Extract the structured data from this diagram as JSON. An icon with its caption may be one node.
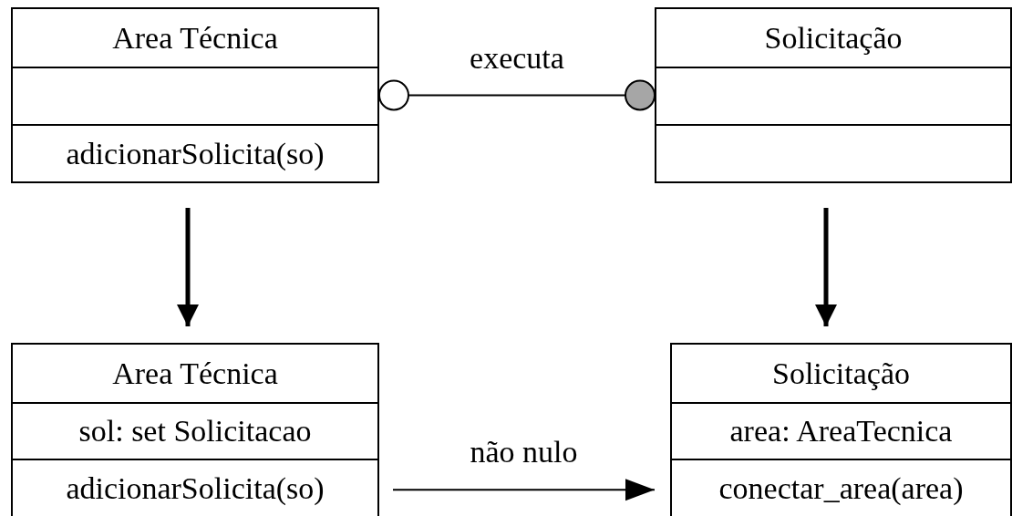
{
  "diagram": {
    "nodes": [
      {
        "text": [
          "Area Técnica",
          "adicionarSolicita(so)"
        ]
      },
      {
        "text": [
          "Solicitação"
        ]
      },
      {
        "text": [
          "Area Técnica",
          "sol: set Solicitacao",
          "adicionarSolicita(so)"
        ]
      },
      {
        "text": [
          "Solicitação",
          "area: AreaTecnica",
          "conectar_area(area)"
        ]
      }
    ],
    "edges": [
      {
        "from": 0,
        "to": 1,
        "arrow": "other",
        "label": "executa"
      },
      {
        "from": 0,
        "to": 2,
        "arrow": "to",
        "style": "thick"
      },
      {
        "from": 1,
        "to": 3,
        "arrow": "to",
        "style": "thick"
      },
      {
        "from": 2,
        "to": 3,
        "arrow": "to",
        "label": "não nulo"
      }
    ]
  }
}
